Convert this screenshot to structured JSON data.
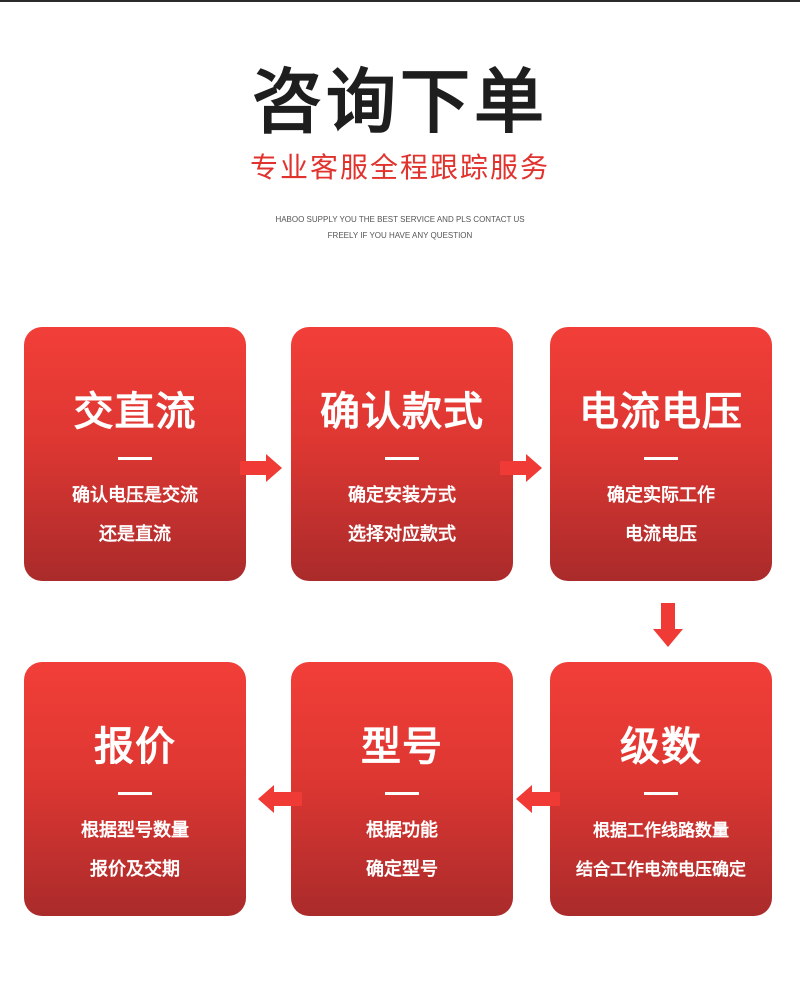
{
  "title": "咨询下单",
  "subtitle": "专业客服全程跟踪服务",
  "tagline": [
    "HABOO SUPPLY YOU THE BEST SERVICE  AND PLS CONTACT  US",
    "FREELY IF YOU HAVE ANY QUESTION"
  ],
  "steps": [
    {
      "heading": "交直流",
      "lines": [
        "确认电压是交流",
        "还是直流"
      ]
    },
    {
      "heading": "确认款式",
      "lines": [
        "确定安装方式",
        "选择对应款式"
      ]
    },
    {
      "heading": "电流电压",
      "lines": [
        "确定实际工作",
        "电流电压"
      ]
    },
    {
      "heading": "级数",
      "lines": [
        "根据工作线路数量",
        "结合工作电流电压确定"
      ]
    },
    {
      "heading": "型号",
      "lines": [
        "根据功能",
        "确定型号"
      ]
    },
    {
      "heading": "报价",
      "lines": [
        "根据型号数量",
        "报价及交期"
      ]
    }
  ],
  "colors": {
    "accent": "#e0332e",
    "card_top": "#f23e38",
    "card_bottom": "#aa2b2b",
    "title": "#1e1e1e"
  },
  "icons": {
    "arrow": "arrow-icon"
  }
}
